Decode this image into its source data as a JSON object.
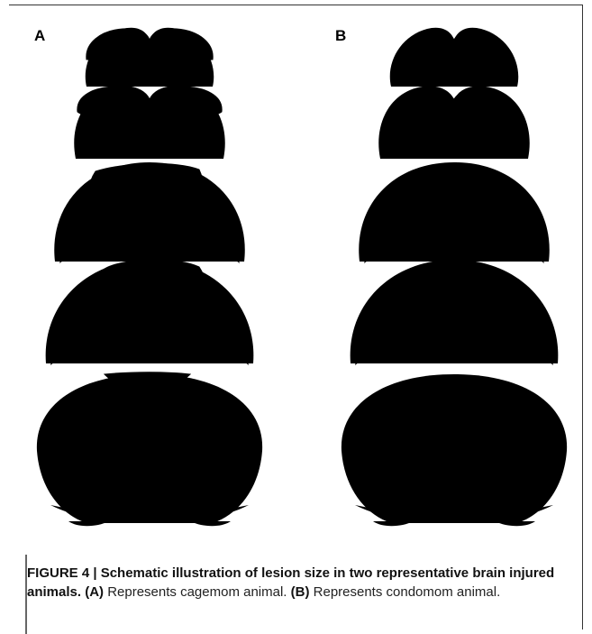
{
  "figure": {
    "panel_a_label": "A",
    "panel_b_label": "B",
    "caption_title": "FIGURE 4 | Schematic illustration of lesion size in two representative brain injured animals.",
    "caption_a_ref": "(A)",
    "caption_a_text": "Represents cagemom animal.",
    "caption_b_ref": "(B)",
    "caption_b_text": "Represents condomom animal."
  }
}
